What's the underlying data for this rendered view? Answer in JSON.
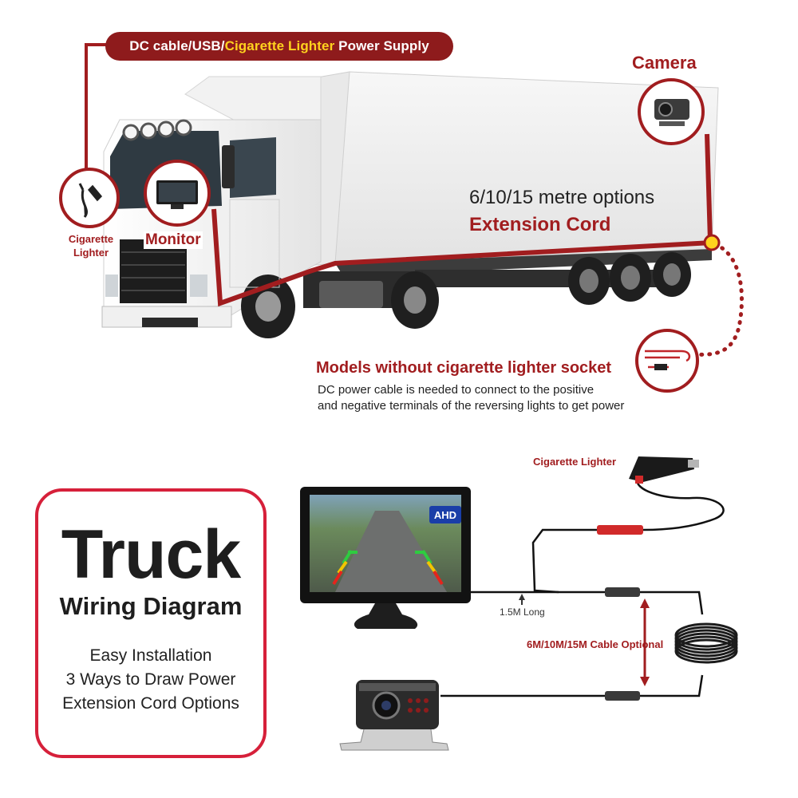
{
  "power_banner": {
    "part1": "DC cable/USB/",
    "part2": "Cigarette Lighter",
    "part3": " Power Supply"
  },
  "top_labels": {
    "camera": "Camera",
    "cigarette_lighter_line1": "Cigarette",
    "cigarette_lighter_line2": "Lighter",
    "monitor": "Monitor",
    "metre_options": "6/10/15 metre options",
    "extension_cord": "Extension Cord",
    "models_title": "Models without cigarette lighter socket",
    "dc_line1": "DC power cable is needed to connect to the positive",
    "dc_line2": "and negative terminals of the reversing lights to get power"
  },
  "title_box": {
    "title": "Truck",
    "subtitle": "Wiring Diagram",
    "line1": "Easy Installation",
    "line2": "3 Ways to Draw Power",
    "line3": "Extension Cord Options"
  },
  "diagram_labels": {
    "cigarette_lighter": "Cigarette Lighter",
    "monitor_cable_length": "1.5M Long",
    "cable_optional": "6M/10M/15M Cable Optional",
    "ahd_badge": "AHD"
  },
  "colors": {
    "brand_red": "#a11d1f",
    "banner_red": "#8e1b1c",
    "highlight_yellow": "#ffd21e",
    "box_border": "#d6203a"
  }
}
